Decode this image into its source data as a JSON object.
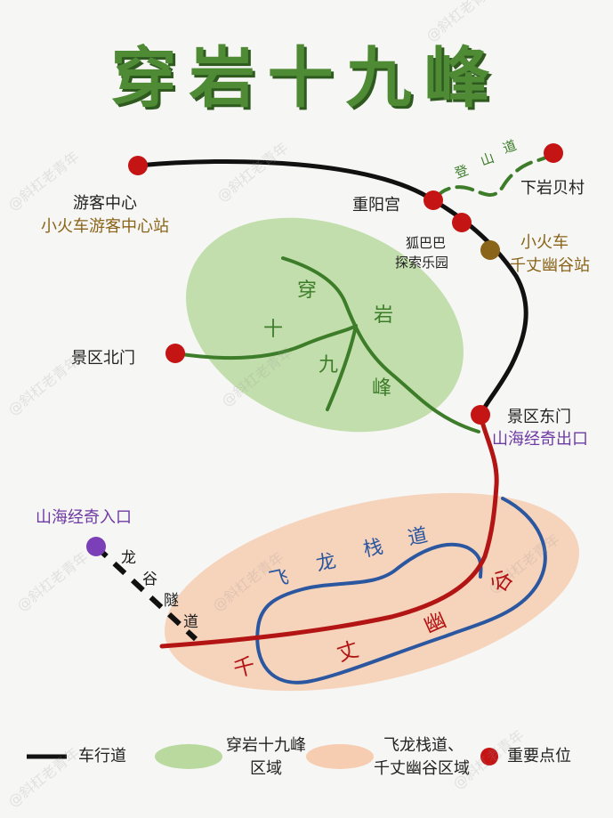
{
  "title": "穿岩十九峰",
  "watermark": "@斜杠老青年",
  "colors": {
    "title_green": "#4f8a35",
    "green_zone": "#b9d99f",
    "orange_zone": "#f6cdb0",
    "road": "#111111",
    "green_trail": "#3d7d2a",
    "red_route": "#b31515",
    "blue_route": "#2b57a0",
    "point_red": "#c41414",
    "point_brown": "#8a6419",
    "point_purple": "#7b3fb8"
  },
  "locations": {
    "visitor_center": {
      "name": "游客中心",
      "sub": "小火车游客中心站"
    },
    "chongyang": {
      "name": "重阳宫"
    },
    "xiayan": {
      "name": "下岩贝村"
    },
    "huba": {
      "line1": "狐巴巴",
      "line2": "探索乐园"
    },
    "train_station": {
      "line1": "小火车",
      "line2": "千丈幽谷站"
    },
    "north_gate": {
      "name": "景区北门"
    },
    "east_gate": {
      "name": "景区东门",
      "sub": "山海经奇出口"
    },
    "shanhai_entry": {
      "name": "山海经奇入口"
    }
  },
  "mountain_path": {
    "chars": [
      "登",
      "山",
      "道"
    ]
  },
  "green_zone_chars": {
    "chuan": "穿",
    "yan": "岩",
    "shi": "十",
    "jiu": "九",
    "feng": "峰"
  },
  "feilong_chars": [
    "飞",
    "龙",
    "栈",
    "道"
  ],
  "qianzhang_chars": [
    "千",
    "丈",
    "幽",
    "谷"
  ],
  "longgu_chars": [
    "龙",
    "谷",
    "隧",
    "道"
  ],
  "legend": {
    "road": "车行道",
    "green_line1": "穿岩十九峰",
    "green_line2": "区域",
    "orange_line1": "飞龙栈道、",
    "orange_line2": "千丈幽谷区域",
    "points": "重要点位"
  }
}
